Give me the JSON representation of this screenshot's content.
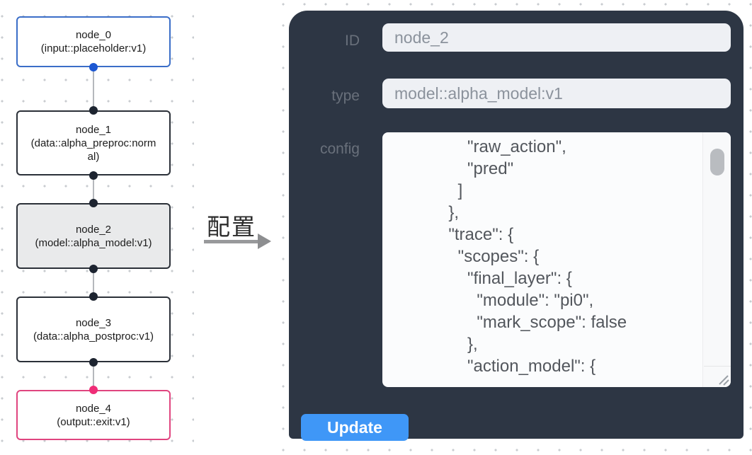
{
  "canvas": {
    "nodes": [
      {
        "id": "node_0",
        "label": "node_0",
        "sublabel": "(input::placeholder:v1)"
      },
      {
        "id": "node_1",
        "label": "node_1",
        "sublabel": "(data::alpha_preproc:normal)"
      },
      {
        "id": "node_2",
        "label": "node_2",
        "sublabel": "(model::alpha_model:v1)",
        "selected": true
      },
      {
        "id": "node_3",
        "label": "node_3",
        "sublabel": "(data::alpha_postproc:v1)"
      },
      {
        "id": "node_4",
        "label": "node_4",
        "sublabel": "(output::exit:v1)"
      }
    ]
  },
  "transition": {
    "label": "配置"
  },
  "panel": {
    "fields": {
      "id": {
        "label": "ID",
        "value": "node_2"
      },
      "type": {
        "label": "type",
        "value": "model::alpha_model:v1"
      },
      "config": {
        "label": "config"
      }
    },
    "config_text": "      \"raw_action\",\n      \"pred\"\n    ]\n  },\n  \"trace\": {\n    \"scopes\": {\n      \"final_layer\": {\n        \"module\": \"pi0\",\n        \"mark_scope\": false\n      },\n      \"action_model\": {",
    "update_label": "Update"
  },
  "colors": {
    "panel_bg": "#2d3644",
    "accent_button_blue": "#3f97f7",
    "input_node_border_blue": "#3b6ec8",
    "output_node_border_pink": "#e0457f",
    "selected_node_bg": "#e9eaeb",
    "handle_blue": "#1c57d2",
    "handle_dark": "#1d2430",
    "handle_pink": "#ef2d77"
  }
}
